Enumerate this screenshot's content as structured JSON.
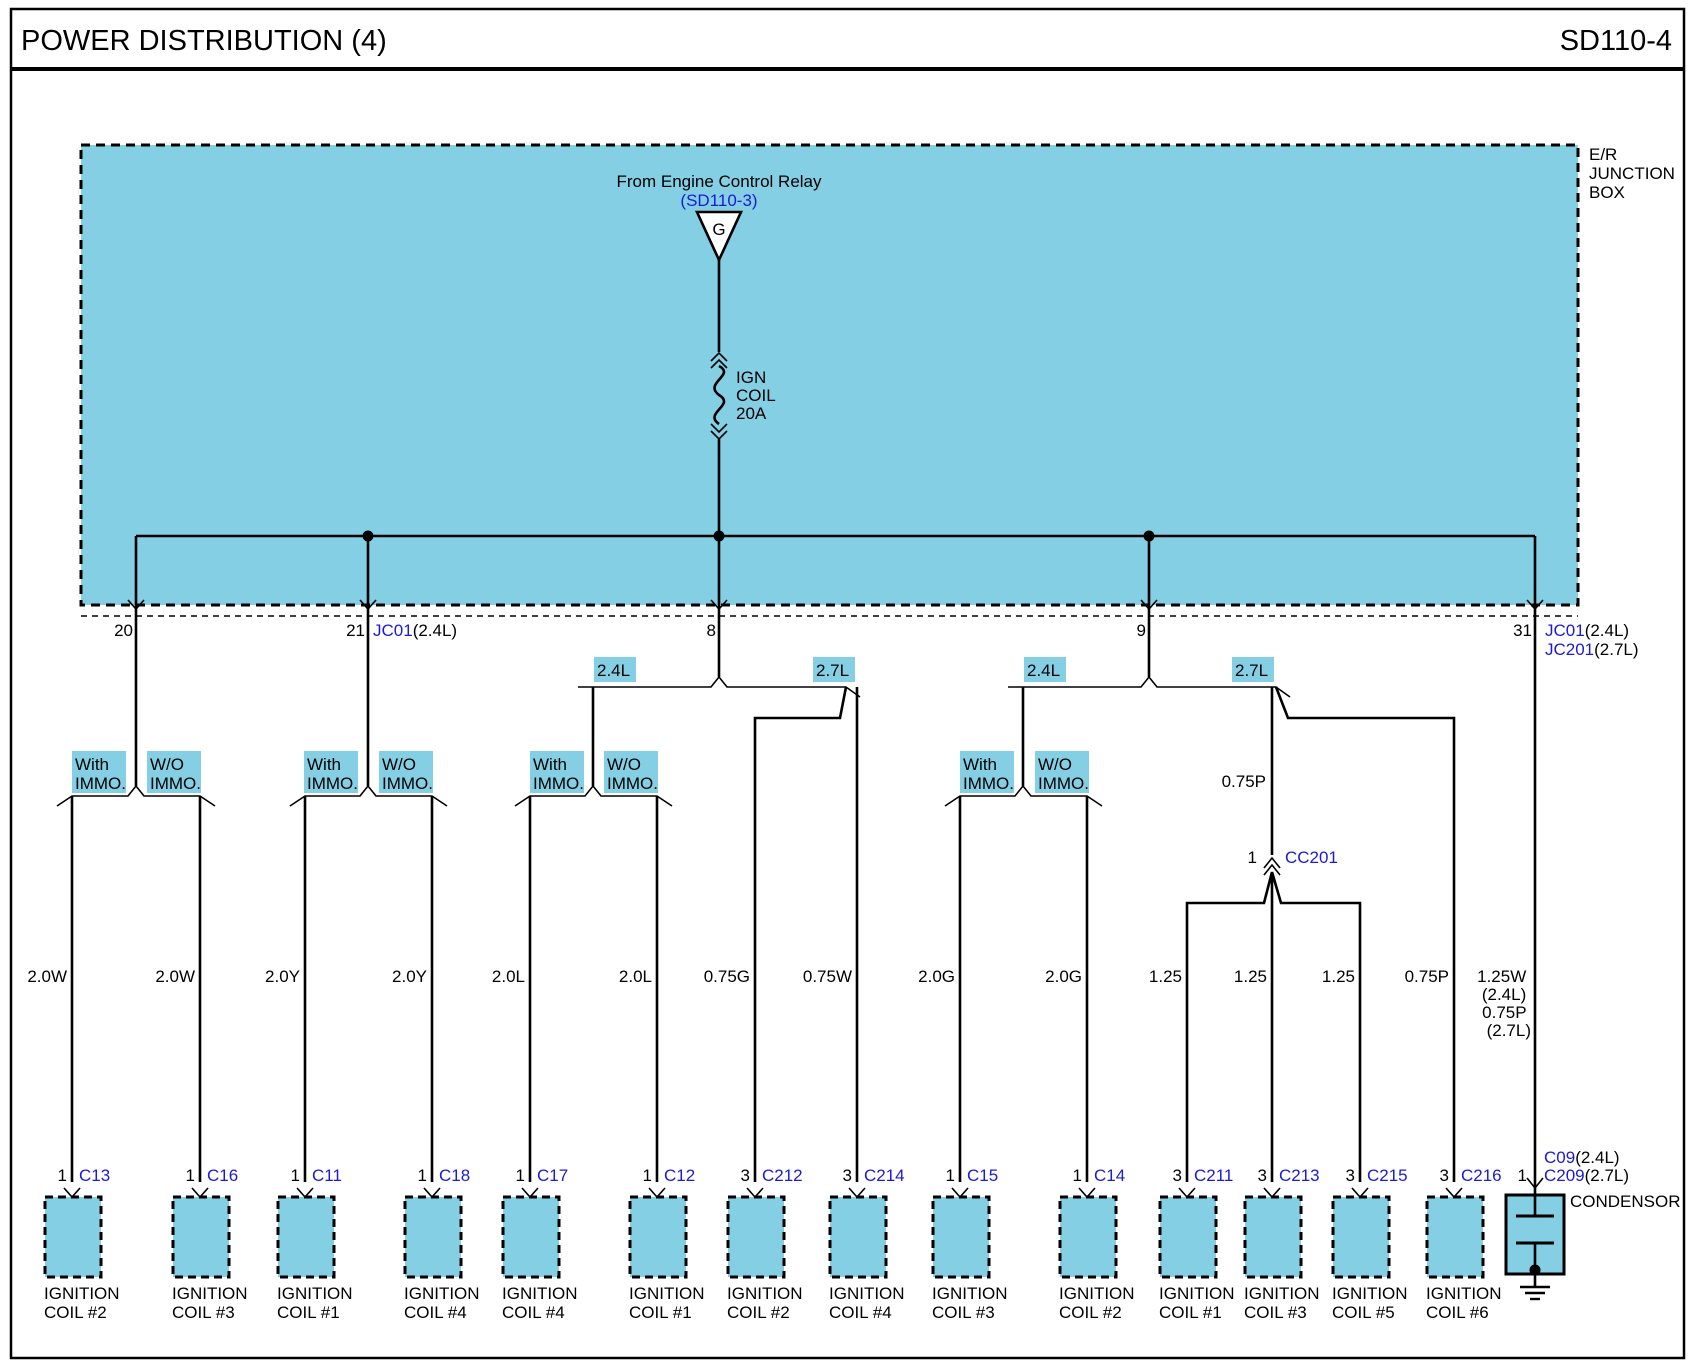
{
  "header": {
    "title": "POWER DISTRIBUTION (4)",
    "code": "SD110-4"
  },
  "junction_box": {
    "name_lines": [
      "E/R",
      "JUNCTION",
      "BOX"
    ]
  },
  "source": {
    "label": "From Engine Control Relay",
    "ref": "(SD110-3)",
    "connector_letter": "G"
  },
  "fuse": {
    "lines": [
      "IGN",
      "COIL",
      "20A"
    ]
  },
  "terminals": [
    {
      "num": "20",
      "ref": "",
      "ref_note": ""
    },
    {
      "num": "21",
      "ref": "JC01",
      "ref_note": "(2.4L)"
    },
    {
      "num": "8",
      "ref": "",
      "ref_note": ""
    },
    {
      "num": "9",
      "ref": "",
      "ref_note": ""
    },
    {
      "num": "31",
      "ref": "JC01",
      "ref_note": "(2.4L)",
      "ref2": "JC201",
      "ref2_note": "(2.7L)"
    }
  ],
  "variant_tags": {
    "l24": "2.4L",
    "l27": "2.7L",
    "with_immo": [
      "With",
      "IMMO."
    ],
    "wo_immo": [
      "W/O",
      "IMMO."
    ]
  },
  "intermediate_connector": {
    "pin": "1",
    "ref": "CC201",
    "wire_above": "0.75P"
  },
  "condensor_wire": [
    "1.25W",
    "(2.4L)",
    "0.75P",
    "(2.7L)"
  ],
  "loads": [
    {
      "wire": "2.0W",
      "pin": "1",
      "conn": "C13",
      "name": [
        "IGNITION",
        "COIL #2"
      ]
    },
    {
      "wire": "2.0W",
      "pin": "1",
      "conn": "C16",
      "name": [
        "IGNITION",
        "COIL #3"
      ]
    },
    {
      "wire": "2.0Y",
      "pin": "1",
      "conn": "C11",
      "name": [
        "IGNITION",
        "COIL #1"
      ]
    },
    {
      "wire": "2.0Y",
      "pin": "1",
      "conn": "C18",
      "name": [
        "IGNITION",
        "COIL #4"
      ]
    },
    {
      "wire": "2.0L",
      "pin": "1",
      "conn": "C17",
      "name": [
        "IGNITION",
        "COIL #4"
      ]
    },
    {
      "wire": "2.0L",
      "pin": "1",
      "conn": "C12",
      "name": [
        "IGNITION",
        "COIL #1"
      ]
    },
    {
      "wire": "0.75G",
      "pin": "3",
      "conn": "C212",
      "name": [
        "IGNITION",
        "COIL #2"
      ]
    },
    {
      "wire": "0.75W",
      "pin": "3",
      "conn": "C214",
      "name": [
        "IGNITION",
        "COIL #4"
      ]
    },
    {
      "wire": "2.0G",
      "pin": "1",
      "conn": "C15",
      "name": [
        "IGNITION",
        "COIL #3"
      ]
    },
    {
      "wire": "2.0G",
      "pin": "1",
      "conn": "C14",
      "name": [
        "IGNITION",
        "COIL #2"
      ]
    },
    {
      "wire": "1.25",
      "pin": "3",
      "conn": "C211",
      "name": [
        "IGNITION",
        "COIL #1"
      ]
    },
    {
      "wire": "1.25",
      "pin": "3",
      "conn": "C213",
      "name": [
        "IGNITION",
        "COIL #3"
      ]
    },
    {
      "wire": "1.25",
      "pin": "3",
      "conn": "C215",
      "name": [
        "IGNITION",
        "COIL #5"
      ]
    },
    {
      "wire": "0.75P",
      "pin": "3",
      "conn": "C216",
      "name": [
        "IGNITION",
        "COIL #6"
      ]
    }
  ],
  "condensor": {
    "pin": "1",
    "conn": "C09",
    "conn_note": "(2.4L)",
    "conn2": "C209",
    "conn2_note": "(2.7L)",
    "name": "CONDENSOR"
  }
}
